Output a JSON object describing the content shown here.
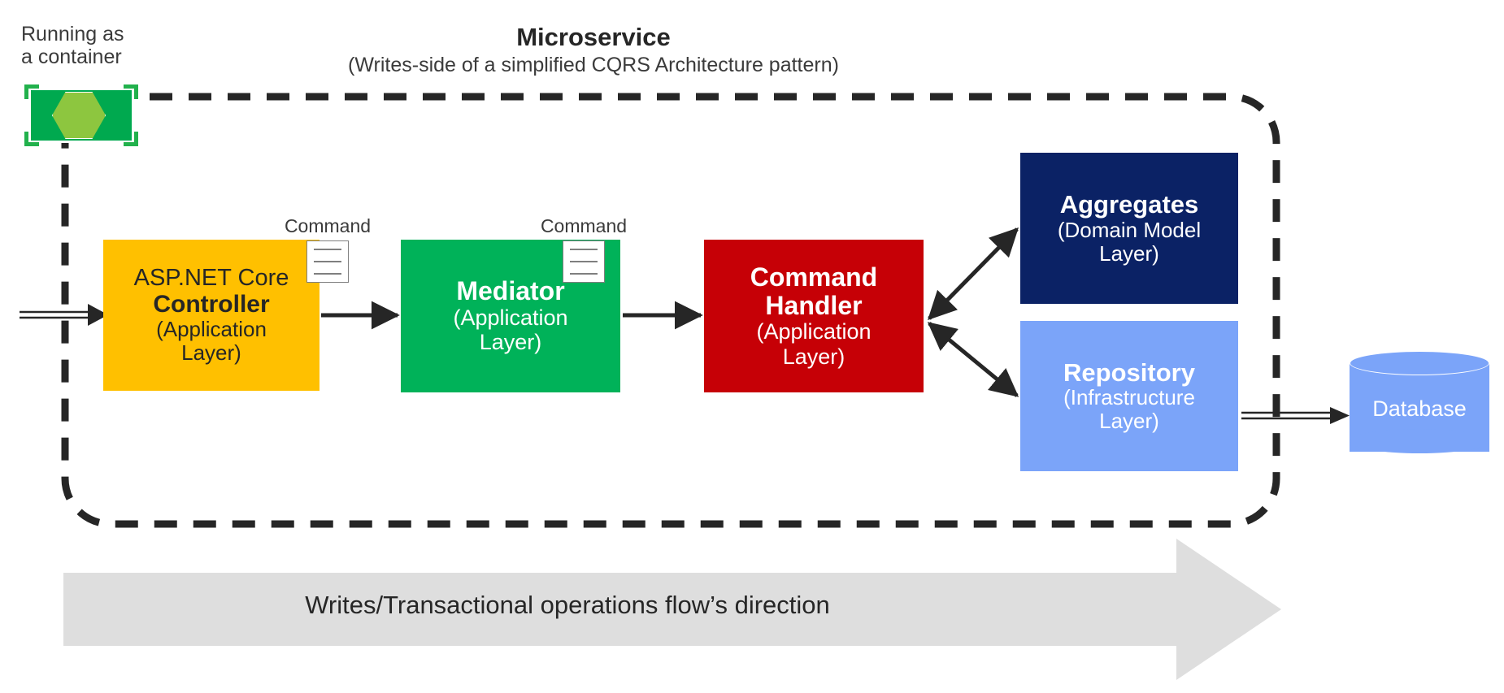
{
  "diagram": {
    "title": "Microservice",
    "subtitle": "(Writes-side of a simplified CQRS Architecture pattern)",
    "container_note": "Running as\na container",
    "boundary_style": "dashed-rounded-rectangle",
    "colors": {
      "controller": "#FFC000",
      "mediator": "#00B259",
      "command_handler": "#C60006",
      "aggregates": "#0B2265",
      "repository": "#7BA4F9",
      "database": "#7BA4F9",
      "banner": "#DEDEDE",
      "container_icon": "#00A94F",
      "container_hex": "#8DC63F",
      "boundary": "#262626"
    }
  },
  "nodes": {
    "controller": {
      "pre": "ASP.NET Core",
      "title": "Controller",
      "sub": "(Application\nLayer)"
    },
    "mediator": {
      "title": "Mediator",
      "sub": "(Application\nLayer)"
    },
    "command_handler": {
      "title": "Command\nHandler",
      "sub": "(Application\nLayer)"
    },
    "aggregates": {
      "title": "Aggregates",
      "sub": "(Domain Model\nLayer)"
    },
    "repository": {
      "title": "Repository",
      "sub": "(Infrastructure\nLayer)"
    },
    "database": {
      "label": "Database"
    }
  },
  "edge_labels": {
    "command_1": "Command",
    "command_2": "Command"
  },
  "banner": {
    "label": "Writes/Transactional operations flow’s direction"
  },
  "icons": {
    "command_doc": "document-icon",
    "container": "container-icon",
    "database": "database-cylinder-icon"
  }
}
